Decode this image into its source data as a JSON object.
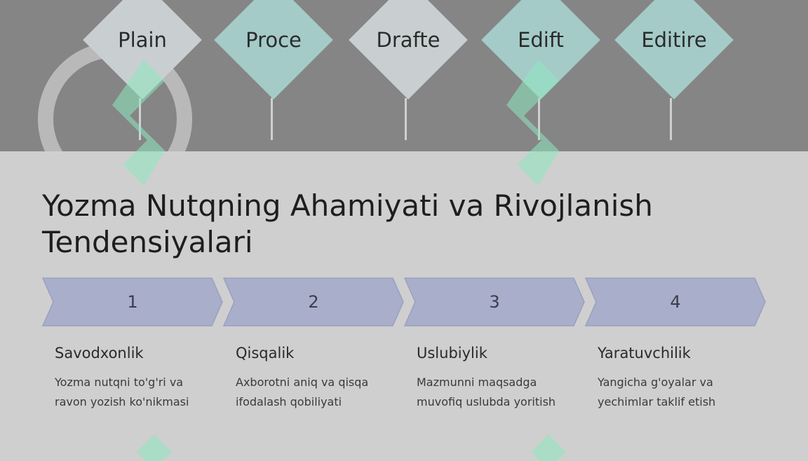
{
  "banner": {
    "nodes": [
      {
        "label": "Plain",
        "color": "#c9cfd0"
      },
      {
        "label": "Proce",
        "color": "#a4cbc8"
      },
      {
        "label": "Drafte",
        "color": "#c9cfd0"
      },
      {
        "label": "Edift",
        "color": "#a4cbc8"
      },
      {
        "label": "Editire",
        "color": "#a4cbc8"
      }
    ]
  },
  "title": "Yozma Nutqning Ahamiyati va Rivojlanish Tendensiyalari",
  "steps": [
    {
      "number": "1",
      "heading": "Savodxonlik",
      "desc": "Yozma nutqni to'g'ri va ravon yozish ko'nikmasi"
    },
    {
      "number": "2",
      "heading": "Qisqalik",
      "desc": "Axborotni aniq va qisqa ifodalash qobiliyati"
    },
    {
      "number": "3",
      "heading": "Uslubiylik",
      "desc": "Mazmunni maqsadga muvofiq uslubda yoritish"
    },
    {
      "number": "4",
      "heading": "Yaratuvchilik",
      "desc": "Yangicha g'oyalar va yechimlar taklif etish"
    }
  ],
  "colors": {
    "chevron": "#a9aecb",
    "chevron_border": "#9aa0bf",
    "background": "#cfcfcf",
    "banner": "#858585",
    "watermark": "#8fe8c0"
  }
}
